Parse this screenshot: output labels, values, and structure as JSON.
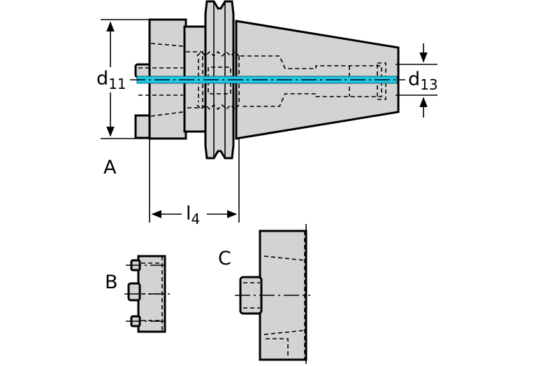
{
  "labels": {
    "d11_main": "d",
    "d11_sub": "11",
    "d13_main": "d",
    "d13_sub": "13",
    "l4_main": "l",
    "l4_sub": "4",
    "view_a": "A",
    "view_b": "B",
    "view_c": "C"
  },
  "colors": {
    "body": "#d3d3d3",
    "line": "#000000",
    "coolant": "#1ec8e6",
    "background": "#ffffff"
  }
}
